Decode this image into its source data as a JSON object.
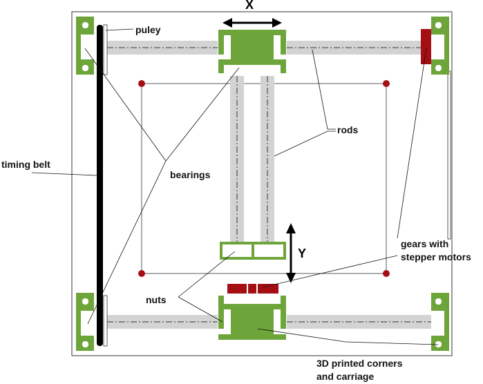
{
  "labels": {
    "x_axis": "X",
    "y_axis": "Y",
    "puley": "puley",
    "rods": "rods",
    "timing_belt": "timing belt",
    "bearings": "bearings",
    "gears_line1": "gears with",
    "gears_line2": "stepper motors",
    "nuts": "nuts",
    "printed_line1": "3D printed corners",
    "printed_line2": "and carriage"
  },
  "colors": {
    "printed_parts": "#6ea53a",
    "gears": "#a50f14",
    "rods": "#d3d3d3",
    "belt": "#000000"
  }
}
